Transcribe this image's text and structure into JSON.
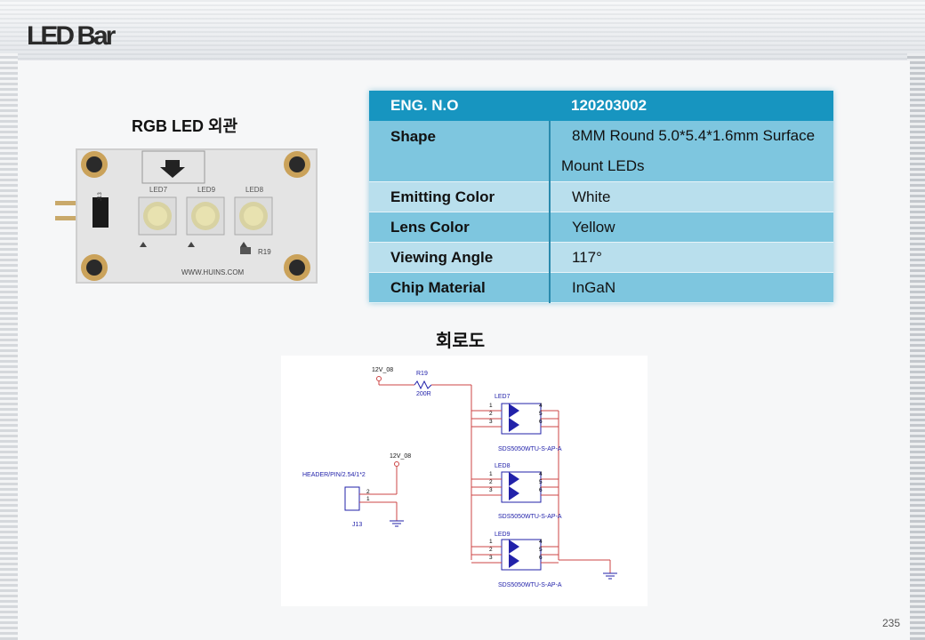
{
  "title": "LED Bar",
  "photo": {
    "caption": "RGB  LED 외관",
    "silk_leds": [
      "LED7",
      "LED9",
      "LED8"
    ],
    "silk_resistor": "R19",
    "silk_url": "WWW.HUINS.COM",
    "silk_header": "J13"
  },
  "spec": {
    "header": {
      "key": "ENG. N.O",
      "value": "120203002"
    },
    "rows": [
      {
        "key": "Shape",
        "value": "8MM Round 5.0*5.4*1.6mm Surface Mount LEDs"
      },
      {
        "key": "Emitting Color",
        "value": "White"
      },
      {
        "key": "Lens Color",
        "value": "Yellow"
      },
      {
        "key": "Viewing Angle",
        "value": "117°"
      },
      {
        "key": "Chip Material",
        "value": "InGaN"
      }
    ]
  },
  "schematic": {
    "caption": "회로도",
    "supply1": "12V_08",
    "resistor": "R19",
    "resistor_value": "200R",
    "supply2": "12V_08",
    "header_label": "HEADER/PIN/2.54/1*2",
    "header_ref": "J13",
    "header_pins": [
      "2",
      "1"
    ],
    "leds": [
      {
        "ref": "LED7",
        "part": "SDS5050WTU-S-AP-A"
      },
      {
        "ref": "LED8",
        "part": "SDS5050WTU-S-AP-A"
      },
      {
        "ref": "LED9",
        "part": "SDS5050WTU-S-AP-A"
      }
    ],
    "left_pins": [
      "1",
      "2",
      "3"
    ],
    "right_pins": [
      "4",
      "5",
      "6"
    ]
  },
  "page_number": "235"
}
